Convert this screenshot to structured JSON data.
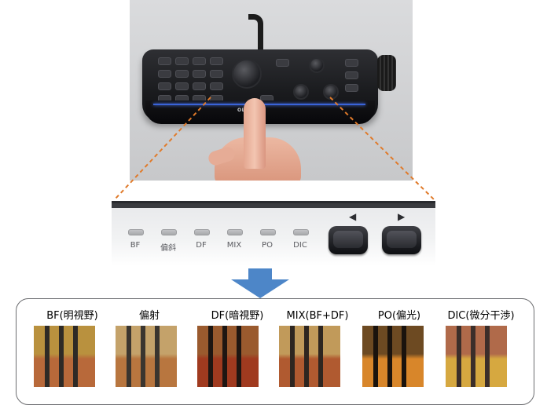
{
  "device": {
    "brand": "OLYMPUS"
  },
  "panel": {
    "indicators": [
      {
        "label": "BF"
      },
      {
        "label": "偏斜"
      },
      {
        "label": "DF"
      },
      {
        "label": "MIX"
      },
      {
        "label": "PO"
      },
      {
        "label": "DIC"
      }
    ],
    "prev_arrow": "◀",
    "next_arrow": "▶"
  },
  "modes": [
    {
      "title": "BF(明視野)",
      "top": "#b9913e",
      "bottom": "#b8693a",
      "bar": "#2e2a26"
    },
    {
      "title": "偏射",
      "top": "#c4a26a",
      "bottom": "#b8763f",
      "bar": "#3a352f"
    },
    {
      "title": "DF(暗視野)",
      "top": "#9a5a2e",
      "bottom": "#a03a1f",
      "bar": "#1e1612"
    },
    {
      "title": "MIX(BF+DF)",
      "top": "#c19a5a",
      "bottom": "#b05a30",
      "bar": "#2e2620"
    },
    {
      "title": "PO(偏光)",
      "top": "#6d4a22",
      "bottom": "#d8862a",
      "bar": "#1a130d"
    },
    {
      "title": "DIC(微分干渉)",
      "top": "#b06a4a",
      "bottom": "#d6a840",
      "bar": "#3b2e2a"
    }
  ],
  "colors": {
    "connector": "#e07a2a",
    "arrow": "#4d86c8",
    "accent_blue": "#3a63d8"
  }
}
